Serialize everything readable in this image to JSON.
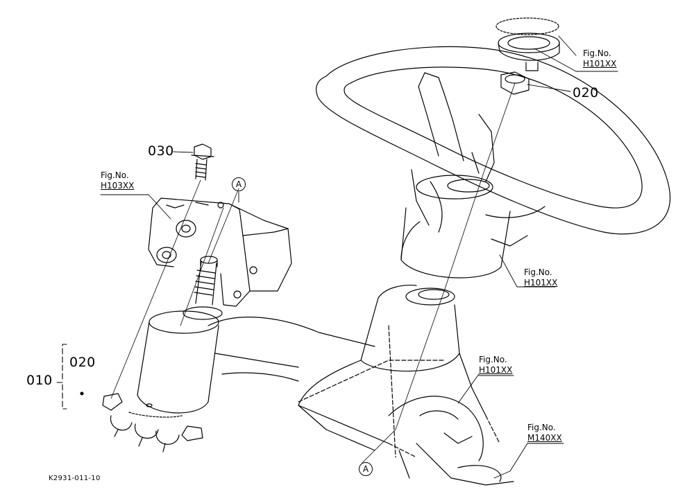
{
  "drawing_id": "K2931-011-10",
  "part_numbers": {
    "assembly": "010",
    "sub_assembly": "020",
    "nut": "020",
    "bolt": "030"
  },
  "figure_refs": {
    "caption": "Fig.No.",
    "steering_cap": "H101XX",
    "bracket": "H103XX",
    "wheel_hub": "H101XX",
    "column": "H101XX",
    "base": "M140XX"
  },
  "reference_marks": {
    "top": "A",
    "bottom": "A"
  }
}
